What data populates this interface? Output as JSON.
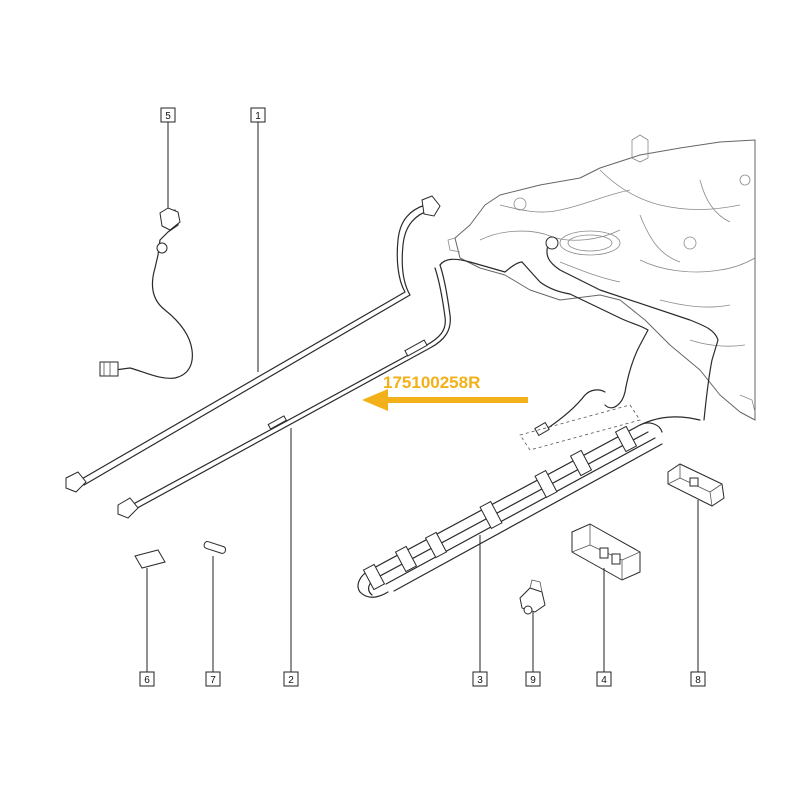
{
  "reference_part": {
    "number": "175100258R",
    "color": "#f2b118"
  },
  "callouts": [
    {
      "id": "5",
      "label": "5"
    },
    {
      "id": "1",
      "label": "1"
    },
    {
      "id": "6",
      "label": "6"
    },
    {
      "id": "7",
      "label": "7"
    },
    {
      "id": "2",
      "label": "2"
    },
    {
      "id": "3",
      "label": "3"
    },
    {
      "id": "9",
      "label": "9"
    },
    {
      "id": "4",
      "label": "4"
    },
    {
      "id": "8",
      "label": "8"
    }
  ]
}
